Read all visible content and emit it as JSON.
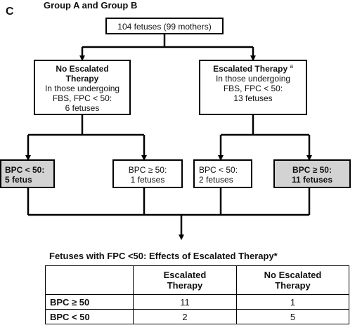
{
  "panel_letter": "C",
  "group_title": "Group A and Group B",
  "root": {
    "text": "104 fetuses (99 mothers)"
  },
  "no_escalated": {
    "title_line1": "No Escalated",
    "title_line2": "Therapy",
    "line1": "In those undergoing",
    "line2": "FBS, FPC < 50:",
    "line3": "6 fetuses"
  },
  "escalated": {
    "title": "Escalated Therapy",
    "superscript": "a",
    "line1": "In those undergoing",
    "line2": "FBS, FPC < 50:",
    "line3": "13 fetuses"
  },
  "leaves": [
    {
      "line1": "BPC < 50:",
      "line2": "5 fetus"
    },
    {
      "line1": "BPC ≥ 50:",
      "line2": "1 fetuses"
    },
    {
      "line1": "BPC < 50:",
      "line2": "2 fetuses"
    },
    {
      "line1": "BPC ≥ 50:",
      "line2": "11 fetuses"
    }
  ],
  "table": {
    "title": "Fetuses with FPC <50: Effects of Escalated Therapy*",
    "col_headers": [
      {
        "line1": "Escalated",
        "line2": "Therapy"
      },
      {
        "line1": "No Escalated",
        "line2": "Therapy"
      }
    ],
    "rows": [
      {
        "label": "BPC ≥ 50",
        "values": [
          "11",
          "1"
        ]
      },
      {
        "label": "BPC < 50",
        "values": [
          "2",
          "5"
        ]
      }
    ]
  },
  "colors": {
    "highlight_box": "#d3d3d3",
    "line": "#000000"
  }
}
